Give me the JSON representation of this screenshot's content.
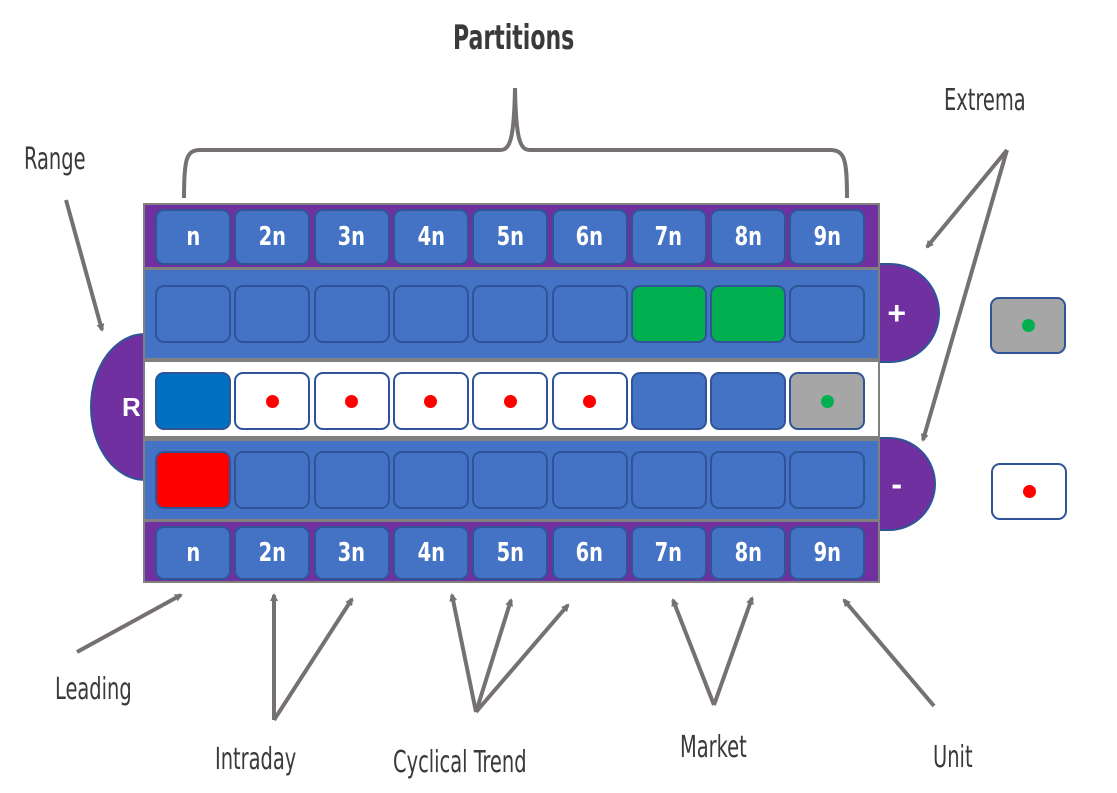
{
  "labels": {
    "partitions": "Partitions",
    "extrema": "Extrema",
    "range": "Range",
    "leading": "Leading",
    "intraday": "Intraday",
    "cyclical_trend": "Cyclical Trend",
    "market": "Market",
    "unit": "Unit"
  },
  "colors": {
    "purple": "#7030A0",
    "blue": "#4472C4",
    "dark_blue": "#0070C0",
    "green": "#00B050",
    "red": "#FF0000",
    "gray": "#A6A6A6",
    "white": "#FFFFFF"
  },
  "header_cells": [
    "n",
    "2n",
    "3n",
    "4n",
    "5n",
    "6n",
    "7n",
    "8n",
    "9n"
  ],
  "footer_cells": [
    "n",
    "2n",
    "3n",
    "4n",
    "5n",
    "6n",
    "7n",
    "8n",
    "9n"
  ],
  "rows": {
    "upper": [
      {
        "fill": "blue"
      },
      {
        "fill": "blue"
      },
      {
        "fill": "blue"
      },
      {
        "fill": "blue"
      },
      {
        "fill": "blue"
      },
      {
        "fill": "blue"
      },
      {
        "fill": "green"
      },
      {
        "fill": "green"
      },
      {
        "fill": "blue"
      }
    ],
    "middle": [
      {
        "fill": "dark_blue"
      },
      {
        "fill": "white",
        "dot": "red"
      },
      {
        "fill": "white",
        "dot": "red"
      },
      {
        "fill": "white",
        "dot": "red"
      },
      {
        "fill": "white",
        "dot": "red"
      },
      {
        "fill": "white",
        "dot": "red"
      },
      {
        "fill": "blue"
      },
      {
        "fill": "blue"
      },
      {
        "fill": "gray",
        "dot": "green"
      }
    ],
    "lower": [
      {
        "fill": "red"
      },
      {
        "fill": "blue"
      },
      {
        "fill": "blue"
      },
      {
        "fill": "blue"
      },
      {
        "fill": "blue"
      },
      {
        "fill": "blue"
      },
      {
        "fill": "blue"
      },
      {
        "fill": "blue"
      },
      {
        "fill": "blue"
      }
    ]
  },
  "side_markers": {
    "range": "R",
    "max": "+",
    "min": "-"
  },
  "legend": [
    {
      "fill": "gray",
      "dot": "green"
    },
    {
      "fill": "white",
      "dot": "red"
    }
  ]
}
